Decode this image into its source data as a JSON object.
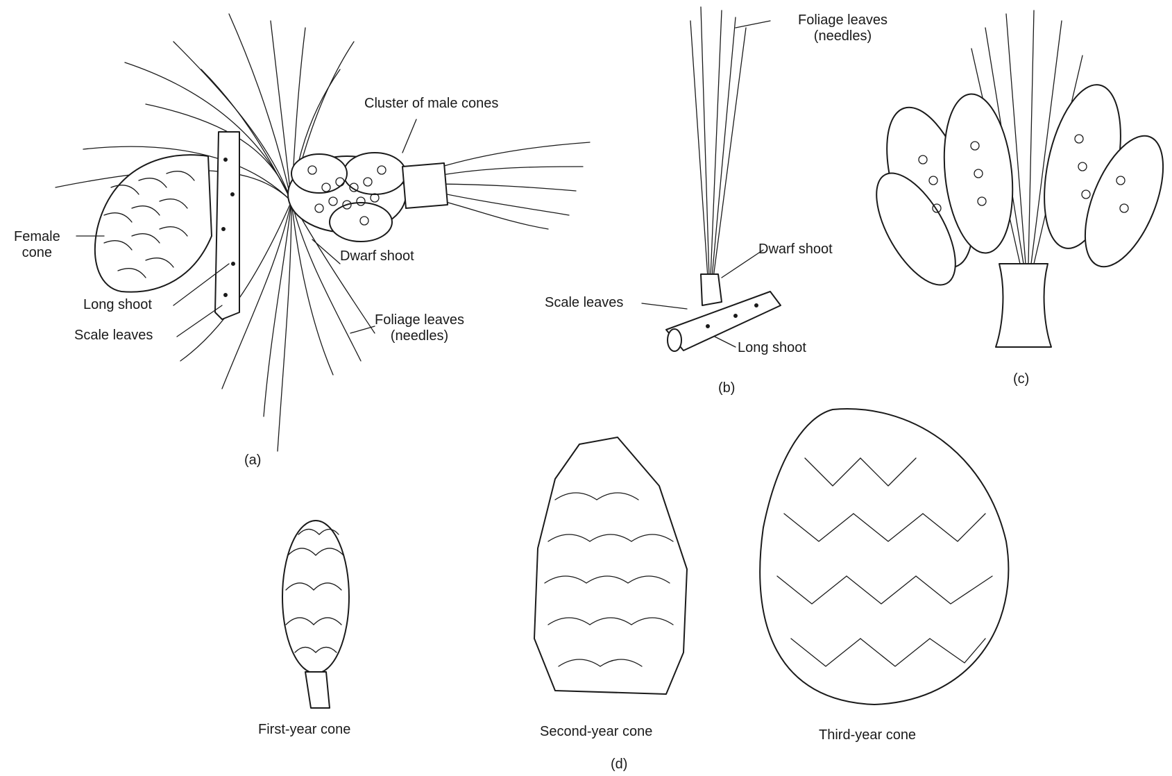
{
  "panel_a": {
    "caption": "(a)",
    "labels": {
      "female_cone": "Female\ncone",
      "long_shoot": "Long shoot",
      "scale_leaves": "Scale leaves",
      "cluster_male": "Cluster of male cones",
      "dwarf_shoot": "Dwarf shoot",
      "foliage_leaves": "Foliage leaves\n(needles)"
    }
  },
  "panel_b": {
    "caption": "(b)",
    "labels": {
      "foliage_leaves": "Foliage leaves\n(needles)",
      "dwarf_shoot": "Dwarf shoot",
      "scale_leaves": "Scale leaves",
      "long_shoot": "Long shoot"
    }
  },
  "panel_c": {
    "caption": "(c)"
  },
  "panel_d": {
    "caption": "(d)",
    "labels": {
      "first_year": "First-year cone",
      "second_year": "Second-year cone",
      "third_year": "Third-year cone"
    }
  }
}
